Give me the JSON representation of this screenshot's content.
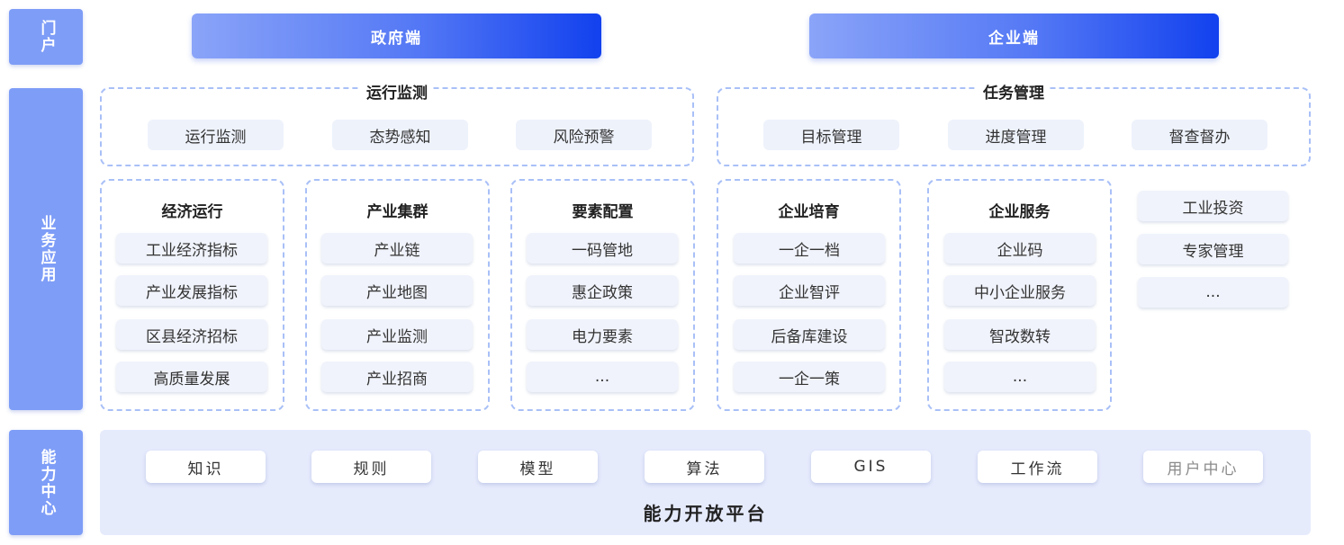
{
  "side_labels": {
    "portal": "门户",
    "apps": "业务应用",
    "ability": "能力中心"
  },
  "portal": {
    "gov": "政府端",
    "ent": "企业端"
  },
  "monitor": {
    "title": "运行监测",
    "items": [
      "运行监测",
      "态势感知",
      "风险预警"
    ]
  },
  "task": {
    "title": "任务管理",
    "items": [
      "目标管理",
      "进度管理",
      "督查督办"
    ]
  },
  "columns": [
    {
      "title": "经济运行",
      "items": [
        "工业经济指标",
        "产业发展指标",
        "区县经济招标",
        "高质量发展"
      ]
    },
    {
      "title": "产业集群",
      "items": [
        "产业链",
        "产业地图",
        "产业监测",
        "产业招商"
      ]
    },
    {
      "title": "要素配置",
      "items": [
        "一码管地",
        "惠企政策",
        "电力要素",
        "..."
      ]
    },
    {
      "title": "企业培育",
      "items": [
        "一企一档",
        "企业智评",
        "后备库建设",
        "一企一策"
      ]
    },
    {
      "title": "企业服务",
      "items": [
        "企业码",
        "中小企业服务",
        "智改数转",
        "..."
      ]
    }
  ],
  "extra": {
    "items": [
      "工业投资",
      "专家管理",
      "..."
    ]
  },
  "ability": {
    "title": "能力开放平台",
    "items": [
      "知识",
      "规则",
      "模型",
      "算法",
      "GIS",
      "工作流",
      "用户中心"
    ]
  }
}
